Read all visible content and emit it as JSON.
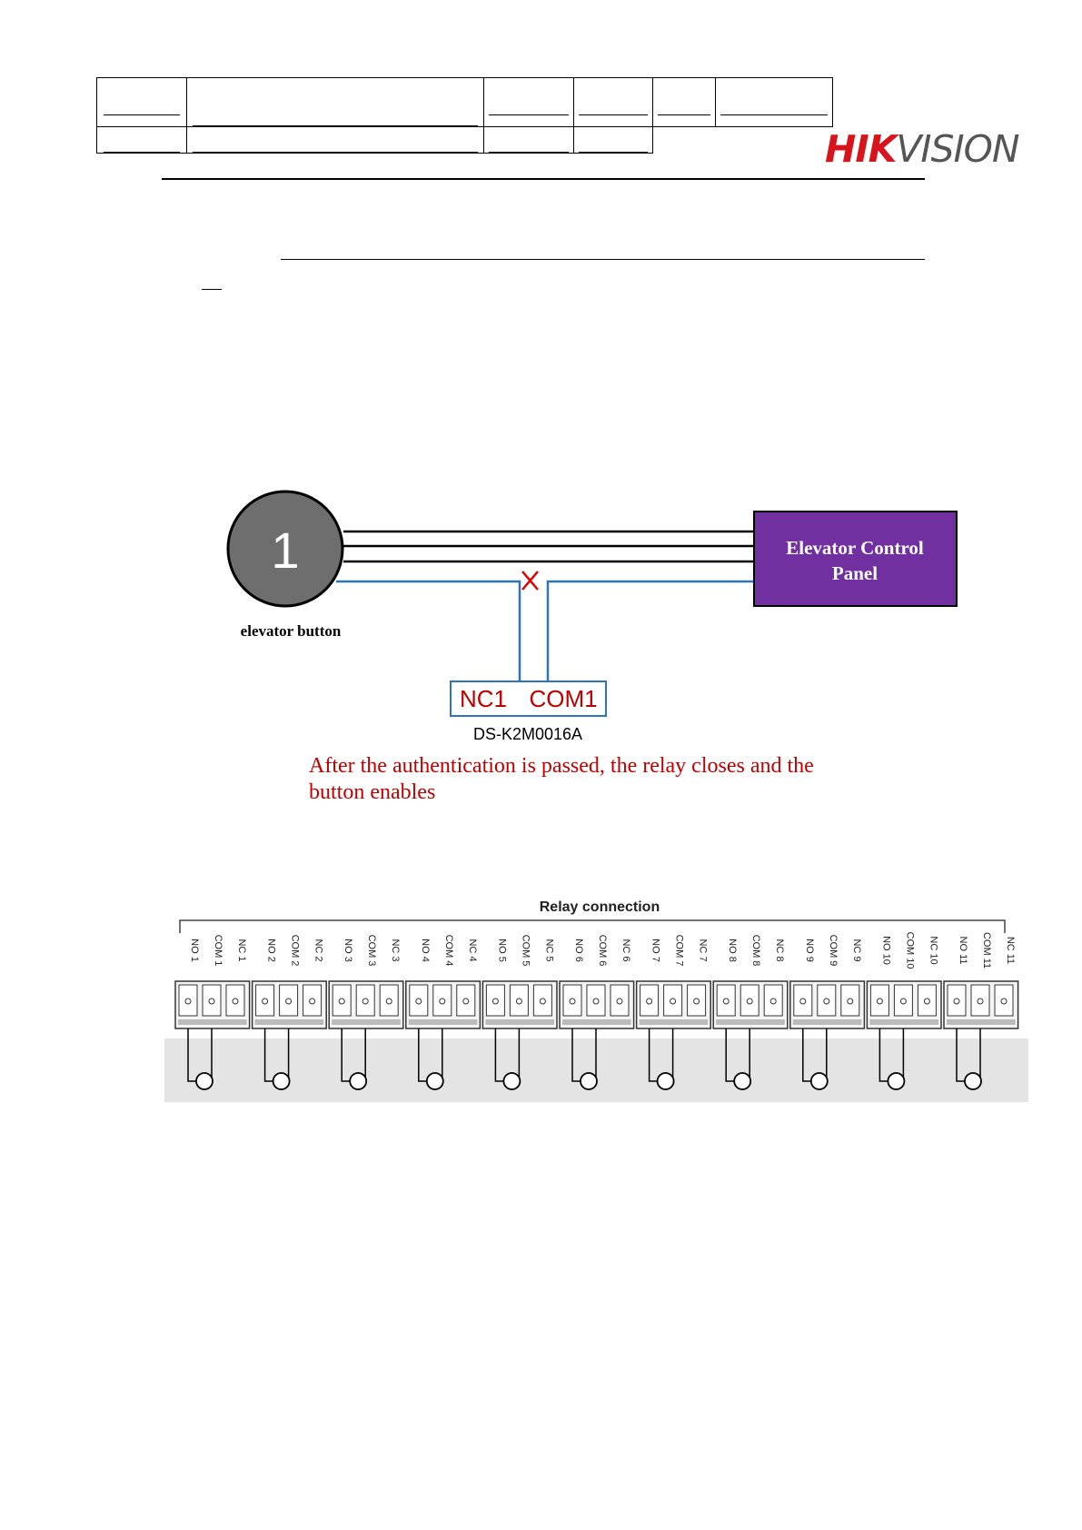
{
  "header": {
    "logo_part1": "HIK",
    "logo_part2": "VISION"
  },
  "diagram": {
    "button_number": "1",
    "button_label": "elevator button",
    "panel_line1": "Elevator Control",
    "panel_line2": "Panel",
    "nc_label": "NC1",
    "com_label": "COM1",
    "device_label": "DS-K2M0016A",
    "note_line1": "After the authentication is passed, the relay closes and the",
    "note_line2": "button enables",
    "colors": {
      "panel": "#7030a0",
      "wire_blue": "#2e75b6",
      "note_red": "#c00000",
      "cross_red": "#e00000",
      "button_fill": "#6e6e6e"
    }
  },
  "relay": {
    "title": "Relay connection",
    "labels": [
      "NO 1",
      "COM 1",
      "NC 1",
      "NO 2",
      "COM 2",
      "NC 2",
      "NO 3",
      "COM 3",
      "NC 3",
      "NO 4",
      "COM 4",
      "NC 4",
      "NO 5",
      "COM 5",
      "NC 5",
      "NO 6",
      "COM 6",
      "NC 6",
      "NO 7",
      "COM 7",
      "NC 7",
      "NO 8",
      "COM 8",
      "NC 8",
      "NO 9",
      "COM 9",
      "NC 9",
      "NO 10",
      "COM 10",
      "NC 10",
      "NO 11",
      "COM 11",
      "NC 11"
    ]
  }
}
